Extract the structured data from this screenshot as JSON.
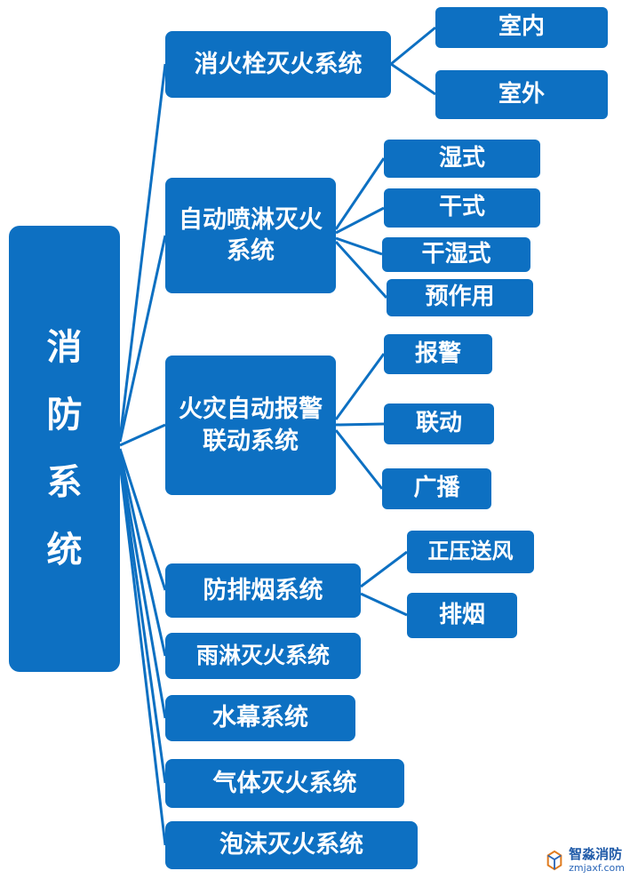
{
  "root": {
    "label": "消防系统",
    "chars": [
      "消",
      "防",
      "系",
      "统"
    ]
  },
  "branches": [
    {
      "label": "消火栓灭火系统",
      "children": [
        "室内",
        "室外"
      ]
    },
    {
      "label": "自动喷淋灭火\n系统",
      "children": [
        "湿式",
        "干式",
        "干湿式",
        "预作用"
      ]
    },
    {
      "label": "火灾自动报警\n联动系统",
      "children": [
        "报警",
        "联动",
        "广播"
      ]
    },
    {
      "label": "防排烟系统",
      "children": [
        "正压送风",
        "排烟"
      ]
    },
    {
      "label": "雨淋灭火系统",
      "children": []
    },
    {
      "label": "水幕系统",
      "children": []
    },
    {
      "label": "气体灭火系统",
      "children": []
    },
    {
      "label": "泡沫灭火系统",
      "children": []
    }
  ],
  "watermark": {
    "title": "智淼消防",
    "url": "zmjaxf.com"
  },
  "colors": {
    "node": "#0d70c2",
    "line": "#0d70c2"
  }
}
